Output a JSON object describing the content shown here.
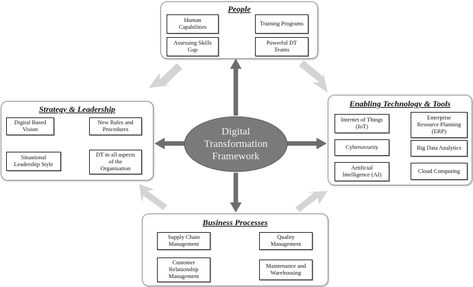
{
  "center": {
    "label": "Digital\nTransformation\nFramework"
  },
  "people": {
    "title": "People",
    "items": [
      "Human\nCapabilities",
      "Training Programs",
      "Assessing Skills\nGap",
      "Powerful DT\nTeams"
    ]
  },
  "strategy": {
    "title": "Strategy & Leadership",
    "items": [
      "Digital Based\nVision",
      "New Rules and\nProcedures",
      "Situational\nLeadership Style",
      "DT in all aspects\nof the\nOrganisation"
    ]
  },
  "technology": {
    "title": "Enabling Technology & Tools",
    "items": [
      "Internet of Things\n(IoT)",
      "Enterprise\nResource Planning\n(ERP)",
      "Cybersecurity",
      "Big Data Analytics",
      "Artificial\nIntelligence (AI)",
      "Cloud Computing"
    ]
  },
  "business": {
    "title": "Business Processes",
    "items": [
      "Supply Chain\nManagement",
      "Quality\nManagement",
      "Customer\nRelationship\nManagement",
      "Maintenance and\nWarehousing"
    ]
  },
  "colors": {
    "ellipse": "#7a7a7a",
    "dark_arrow": "#6e6e6e",
    "light_arrow": "#d4d4d4"
  }
}
